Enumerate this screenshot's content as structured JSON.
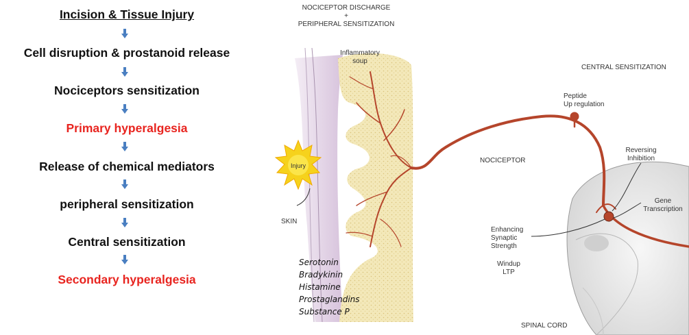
{
  "flow": {
    "steps": [
      "Incision & Tissue Injury",
      "Cell disruption & prostanoid release",
      "Nociceptors sensitization",
      "Primary hyperalgesia",
      "Release of chemical mediators",
      "peripheral sensitization",
      "Central sensitization",
      "Secondary hyperalgesia"
    ],
    "colors": {
      "normal": "#111111",
      "highlight": "#e8241f",
      "arrow": "#4a7fc1"
    }
  },
  "diagram": {
    "title_line1": "NOCICEPTOR DISCHARGE",
    "title_plus": "+",
    "title_line2": "PERIPHERAL SENSITIZATION",
    "inflammatory_soup_1": "Inflammatory",
    "inflammatory_soup_2": "soup",
    "central_sensitization": "CENTRAL SENSITIZATION",
    "peptide_1": "Peptide",
    "peptide_2": "Up regulation",
    "injury": "Injury",
    "skin": "SKIN",
    "nociceptor": "NOCICEPTOR",
    "reversing_1": "Reversing",
    "reversing_2": "Inhibition",
    "gene_1": "Gene",
    "gene_2": "Transcription",
    "enhancing_1": "Enhancing",
    "enhancing_2": "Synaptic",
    "enhancing_3": "Strength",
    "windup_1": "Windup",
    "windup_2": "LTP",
    "spinal_cord": "SPINAL CORD",
    "mediators": [
      "Serotonin",
      "Bradykinin",
      "Histamine",
      "Prostaglandins",
      "Substance P"
    ],
    "colors": {
      "nerve": "#b5452b",
      "soup": "#f2e7b6",
      "skin": "#e3d3e6",
      "injury": "#f6d21c"
    }
  }
}
